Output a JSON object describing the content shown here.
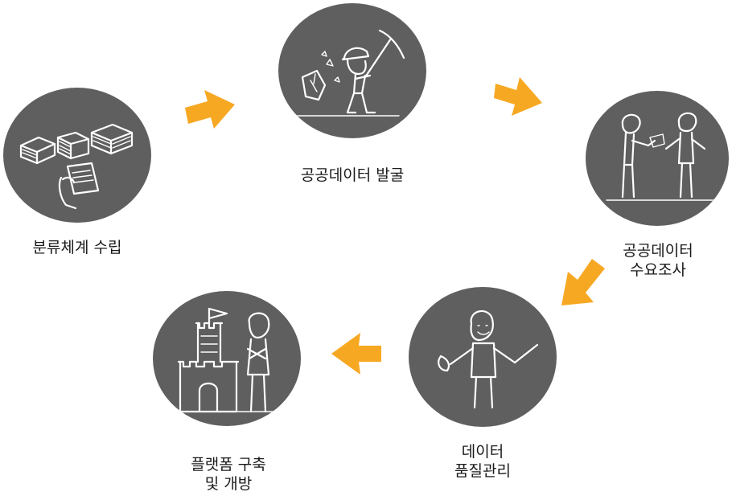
{
  "steps": [
    {
      "id": "classification",
      "lines": [
        "분류체계 수립"
      ]
    },
    {
      "id": "discovery",
      "lines": [
        "공공데이터 발굴"
      ]
    },
    {
      "id": "demand-survey",
      "lines": [
        "공공데이터",
        "수요조사"
      ]
    },
    {
      "id": "quality",
      "lines": [
        "데이터",
        "품질관리"
      ]
    },
    {
      "id": "platform",
      "lines": [
        "플랫폼 구축",
        "및 개방"
      ]
    }
  ],
  "colors": {
    "circle": "#5f5f5f",
    "arrow": "#f7a823",
    "line_art": "#ffffff",
    "text": "#1a1a1a"
  },
  "icons": [
    "documents-icon",
    "miner-icon",
    "interview-icon",
    "mechanic-icon",
    "castle-icon"
  ]
}
